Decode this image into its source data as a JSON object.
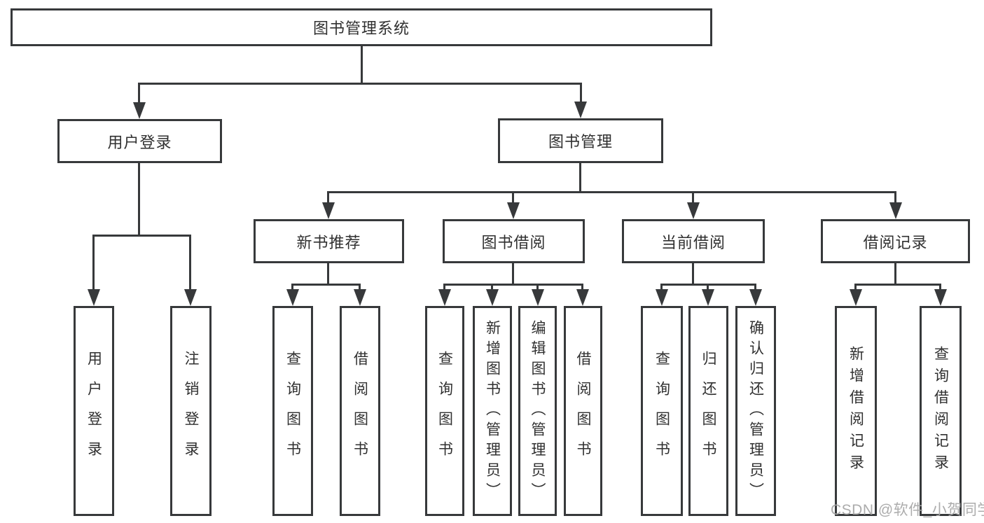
{
  "diagram": {
    "title": "图书管理系统",
    "root": {
      "label": "图书管理系统"
    },
    "level2": [
      {
        "label": "用户登录"
      },
      {
        "label": "图书管理"
      }
    ],
    "level3": [
      {
        "label": "新书推荐"
      },
      {
        "label": "图书借阅"
      },
      {
        "label": "当前借阅"
      },
      {
        "label": "借阅记录"
      }
    ],
    "leaves": {
      "user_login": [
        "用户登录",
        "注销登录"
      ],
      "new_book": [
        "查询图书",
        "借阅图书"
      ],
      "book_borrow": [
        "查询图书",
        "新增图书（管理员）",
        "编辑图书（管理员）",
        "借阅图书"
      ],
      "current_borrow": [
        "查询图书",
        "归还图书",
        "确认归还（管理员）"
      ],
      "borrow_record": [
        "新增借阅记录",
        "查询借阅记录"
      ]
    },
    "colors": {
      "line": "#37393b",
      "text": "#303030",
      "watermark": "#a8a8a8",
      "background": "#ffffff"
    }
  },
  "watermark": {
    "text": "CSDN @软件_小贺同学"
  }
}
